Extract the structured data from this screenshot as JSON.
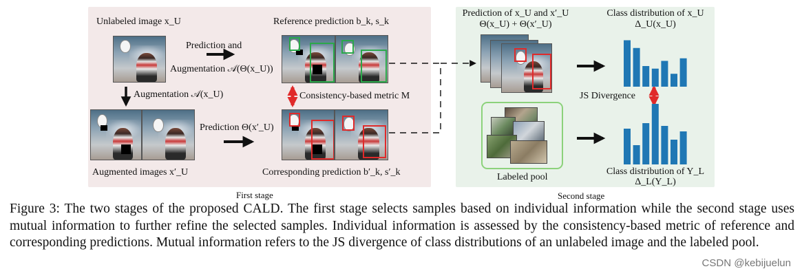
{
  "first_stage": {
    "label": "First stage",
    "unlabeled_image": "Unlabeled image x_U",
    "reference_prediction": "Reference prediction b_k, s_k",
    "pred_aug_line1": "Prediction  and",
    "pred_aug_line2": "Augmentation 𝒜(Θ(x_U))",
    "augmentation": "Augmentation 𝒜(x_U)",
    "consistency_metric": "Consistency-based metric M",
    "prediction_prime": "Prediction Θ(x′_U)",
    "augmented_images": "Augmented images x′_U",
    "corresponding_prediction": "Corresponding prediction b′_k, s′_k"
  },
  "second_stage": {
    "label": "Second stage",
    "prediction_of_line1": "Prediction of x_U and x′_U",
    "prediction_of_line2": "Θ(x_U) + Θ(x′_U)",
    "class_dist_u_line1": "Class distribution of x_U",
    "class_dist_u_line2": "Δ_U(x_U)",
    "js_divergence": "JS Divergence",
    "labeled_pool": "Labeled pool",
    "class_dist_l_line1": "Class distribution of Y_L",
    "class_dist_l_line2": "Δ_L(Y_L)"
  },
  "caption": "Figure 3:  The two stages of the proposed CALD. The first stage selects samples based on individual information while the second stage uses mutual information to further refine the selected samples.  Individual information is assessed by the consistency-based metric of reference and corresponding predictions.  Mutual information refers to the JS divergence of class distributions of an unlabeled image and the labeled pool.",
  "watermark": "CSDN @kebijuelun",
  "colors": {
    "bar": "#1f77b4",
    "bidirectional_arrow": "#e02a2a",
    "box_reference": "#2aa84a",
    "box_corresponding": "#e02a2a",
    "labeled_pool_border": "#8cd27b"
  },
  "histograms": {
    "unlabeled": [
      9,
      7.5,
      4,
      3.5,
      5,
      2.5,
      5.5
    ],
    "labeled": [
      6.5,
      3.5,
      7.5,
      11,
      7,
      4.5,
      6
    ]
  }
}
